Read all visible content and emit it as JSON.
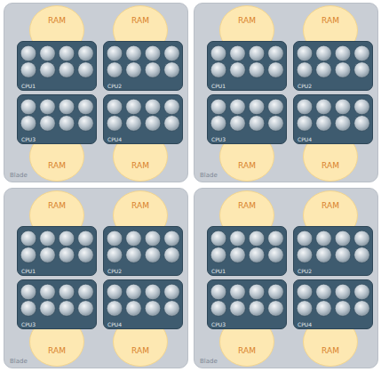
{
  "diagram": {
    "nodes": [
      {
        "text": [
          "Blade"
        ]
      },
      {
        "text": [
          "RAM"
        ],
        "in": 0
      },
      {
        "text": [
          "RAM"
        ],
        "in": 0
      },
      {
        "text": [
          "CPU1"
        ],
        "in": 0
      },
      {
        "text": [
          "CPU2"
        ],
        "in": 0
      },
      {
        "text": [
          "CPU3"
        ],
        "in": 0
      },
      {
        "text": [
          "CPU4"
        ],
        "in": 0
      },
      {
        "text": [
          "RAM"
        ],
        "in": 0
      },
      {
        "text": [
          "RAM"
        ],
        "in": 0
      },
      {
        "text": [
          "Blade"
        ]
      },
      {
        "text": [
          "RAM"
        ],
        "in": 9
      },
      {
        "text": [
          "RAM"
        ],
        "in": 9
      },
      {
        "text": [
          "CPU1"
        ],
        "in": 9
      },
      {
        "text": [
          "CPU2"
        ],
        "in": 9
      },
      {
        "text": [
          "CPU3"
        ],
        "in": 9
      },
      {
        "text": [
          "CPU4"
        ],
        "in": 9
      },
      {
        "text": [
          "RAM"
        ],
        "in": 9
      },
      {
        "text": [
          "RAM"
        ],
        "in": 9
      },
      {
        "text": [
          "Blade"
        ]
      },
      {
        "text": [
          "RAM"
        ],
        "in": 18
      },
      {
        "text": [
          "RAM"
        ],
        "in": 18
      },
      {
        "text": [
          "CPU1"
        ],
        "in": 18
      },
      {
        "text": [
          "CPU2"
        ],
        "in": 18
      },
      {
        "text": [
          "CPU3"
        ],
        "in": 18
      },
      {
        "text": [
          "CPU4"
        ],
        "in": 18
      },
      {
        "text": [
          "RAM"
        ],
        "in": 18
      },
      {
        "text": [
          "RAM"
        ],
        "in": 18
      },
      {
        "text": [
          "Blade"
        ]
      },
      {
        "text": [
          "RAM"
        ],
        "in": 27
      },
      {
        "text": [
          "RAM"
        ],
        "in": 27
      },
      {
        "text": [
          "CPU1"
        ],
        "in": 27
      },
      {
        "text": [
          "CPU2"
        ],
        "in": 27
      },
      {
        "text": [
          "CPU3"
        ],
        "in": 27
      },
      {
        "text": [
          "CPU4"
        ],
        "in": 27
      },
      {
        "text": [
          "RAM"
        ],
        "in": 27
      },
      {
        "text": [
          "RAM"
        ],
        "in": 27
      }
    ]
  }
}
